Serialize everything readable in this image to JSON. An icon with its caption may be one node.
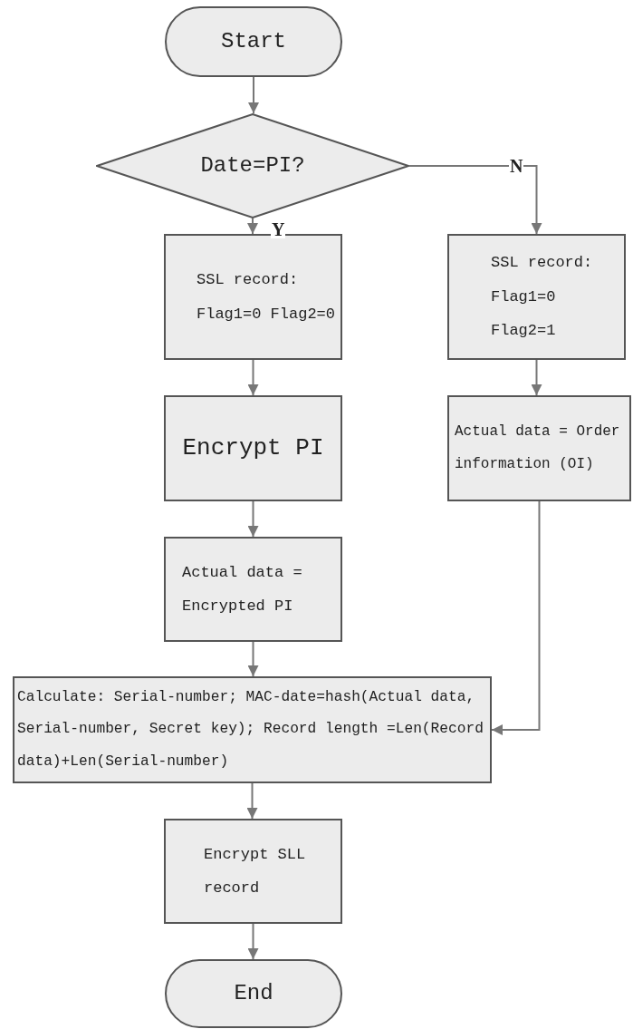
{
  "diagram": {
    "nodes": [
      {
        "text": [
          "Start"
        ]
      },
      {
        "text": [
          "Date=PI?"
        ]
      },
      {
        "text": [
          "SSL record: Flag1=0 Flag2=0"
        ]
      },
      {
        "text": [
          "SSL record: Flag1=0 Flag2=1"
        ]
      },
      {
        "text": [
          "Encrypt PI"
        ]
      },
      {
        "text": [
          "Actual data = Order information (OI)"
        ]
      },
      {
        "text": [
          "Actual data = Encrypted PI"
        ]
      },
      {
        "text": [
          "Calculate: Serial-number; MAC-date=hash(Actual data, Serial-number, Secret key); Record length =Len(Record data)+Len(Serial-number)"
        ]
      },
      {
        "text": [
          "Encrypt SLL record"
        ]
      },
      {
        "text": [
          "End"
        ]
      }
    ],
    "edges": [
      {
        "from": 0,
        "to": 1,
        "arrow": "to"
      },
      {
        "from": 1,
        "to": 2,
        "arrow": "to",
        "label": "Y"
      },
      {
        "from": 1,
        "to": 3,
        "arrow": "to",
        "label": "N"
      },
      {
        "from": 2,
        "to": 4,
        "arrow": "to"
      },
      {
        "from": 4,
        "to": 6,
        "arrow": "to"
      },
      {
        "from": 6,
        "to": 7,
        "arrow": "to"
      },
      {
        "from": 3,
        "to": 5,
        "arrow": "to"
      },
      {
        "from": 5,
        "to": 7,
        "arrow": "to"
      },
      {
        "from": 7,
        "to": 8,
        "arrow": "to"
      },
      {
        "from": 8,
        "to": 9,
        "arrow": "to"
      }
    ]
  }
}
